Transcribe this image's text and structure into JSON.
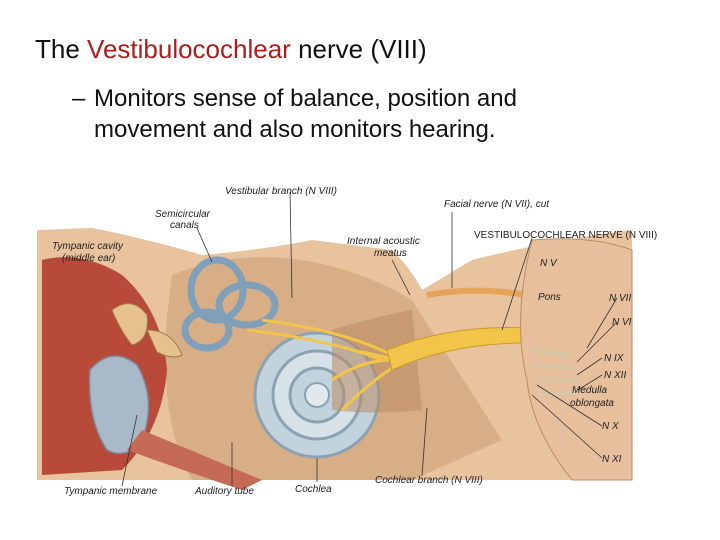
{
  "slide": {
    "title_prefix": "The ",
    "title_highlight": "Vestibulocochlear",
    "title_suffix": " nerve (VIII)",
    "bullet_dash": "–",
    "bullet_line1": "Monitors sense of balance, position and",
    "bullet_line2": "movement and also monitors hearing."
  },
  "colors": {
    "title_highlight": "#b01c1c",
    "nerve": "#f2c54a",
    "bone": "#c9a27a",
    "tissue": "#e8b48a",
    "canals": "#9fb8c8"
  },
  "figure": {
    "labels": {
      "vestibular_branch": "Vestibular branch (N VIII)",
      "semicircular_line1": "Semicircular",
      "semicircular_line2": "canals",
      "facial_nerve": "Facial nerve (N VII), cut",
      "tympanic_cavity_line1": "Tympanic cavity",
      "tympanic_cavity_line2": "(middle ear)",
      "internal_meatus_line1": "Internal acoustic",
      "internal_meatus_line2": "meatus",
      "vcn_caps": "VESTIBULOCOCHLEAR NERVE (N VIII)",
      "n_v": "N V",
      "pons": "Pons",
      "n_vii": "N VII",
      "n_vi": "N VI",
      "n_ix": "N IX",
      "n_xii": "N XII",
      "medulla_line1": "Medulla",
      "medulla_line2": "oblongata",
      "n_x": "N X",
      "n_xi": "N XI",
      "tympanic_membrane": "Tympanic membrane",
      "auditory_tube": "Auditory tube",
      "cochlea": "Cochlea",
      "cochlear_branch": "Cochlear branch (N VIII)"
    }
  }
}
